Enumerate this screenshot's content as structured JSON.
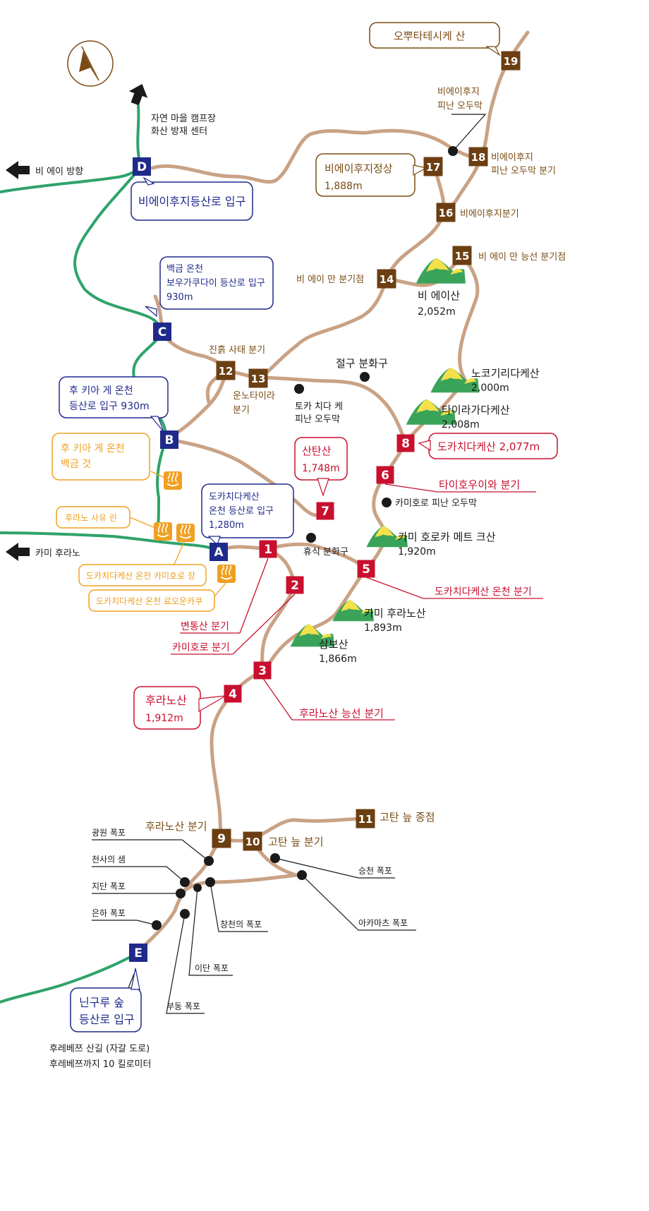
{
  "colors": {
    "trail": "#c9a285",
    "road": "#2fa36b",
    "brown": "#6b3f12",
    "brown_text": "#7a4c14",
    "red": "#c8102e",
    "navy": "#1f2a8a",
    "orange": "#f0a020",
    "mountain_green": "#3aa35a",
    "mountain_yellow": "#f4e14a"
  },
  "icons": {
    "north": "north-arrow-icon",
    "arrow": "left-arrow-icon",
    "onsen": "hot-spring-icon",
    "mountain": "mountain-icon",
    "poi": "point-dot-icon"
  },
  "directions": [
    {
      "id": "up",
      "label_lines": [
        "자연 마을 캠프장",
        "화산 방재 센터"
      ]
    },
    {
      "id": "biei",
      "label": "비 에이 방향"
    },
    {
      "id": "kamifurano",
      "label": "카미 후라노"
    }
  ],
  "entrances": [
    {
      "id": "D",
      "callout_lines": [
        "비에이후지등산로 입구"
      ]
    },
    {
      "id": "C",
      "callout_lines": [
        "백금 온천",
        "보우가쿠다이 등산로 입구",
        "930m"
      ]
    },
    {
      "id": "B",
      "callout_lines": [
        "후 키아 게 온천",
        "등산로 입구 930m"
      ]
    },
    {
      "id": "A",
      "callout_lines": [
        "도카치다케산",
        "온천 등산로 입구",
        "1,280m"
      ]
    },
    {
      "id": "E",
      "callout_lines": [
        "닌구루 숲",
        "등산로 입구"
      ]
    }
  ],
  "road_note_lines": [
    "후레베쯔 산길 (자갈 도로)",
    "후레베쯔까지 10 킬로미터"
  ],
  "onsen": {
    "fukiage_lines": [
      "후 키아 게 온천",
      "백금 것"
    ],
    "furano": "후라노 사유 린",
    "kamihoro": "도카치다케산 온천 카미호로 장",
    "ryounkaku": "도카치다케산 온천 료오운카쿠"
  },
  "red_points": [
    {
      "n": "1",
      "label": "변통산 분기"
    },
    {
      "n": "2",
      "label": "카미호로 분기"
    },
    {
      "n": "3",
      "label": "후라노산 능선 분기"
    },
    {
      "n": "4",
      "callout_lines": [
        "후라노산",
        "1,912m"
      ]
    },
    {
      "n": "5",
      "label": "도카치다케산 온천 분기"
    },
    {
      "n": "6",
      "label": "타이호우이와 분기"
    },
    {
      "n": "7",
      "callout_lines": [
        "산탄산",
        "1,748m"
      ]
    },
    {
      "n": "8",
      "callout": "도카치다케산 2,077m"
    }
  ],
  "brown_points": [
    {
      "n": "9",
      "label": "후라노산 분기"
    },
    {
      "n": "10",
      "label": "고탄 늪 분기"
    },
    {
      "n": "11",
      "label": "고탄 늪 종점"
    },
    {
      "n": "12",
      "label": "진흙 사태 분기"
    },
    {
      "n": "13",
      "label_lines": [
        "운노타이라",
        "분기"
      ]
    },
    {
      "n": "14",
      "label": "비 에이 만 분기점"
    },
    {
      "n": "15",
      "label": "비 에이 만 능선 분기점"
    },
    {
      "n": "16",
      "label": "비에이후지분기"
    },
    {
      "n": "17",
      "callout_lines": [
        "비에이후지정상",
        "1,888m"
      ]
    },
    {
      "n": "18",
      "label_lines": [
        "비에이후지",
        "피난 오두막 분기"
      ]
    },
    {
      "n": "19",
      "callout": "오뿌타테시케 산"
    }
  ],
  "mountains": [
    {
      "name": "비 에이산",
      "elev": "2,052m"
    },
    {
      "name": "노코기리다케산",
      "elev": "2,000m"
    },
    {
      "name": "타이라가다케산",
      "elev": "2,008m"
    },
    {
      "name": "카미 호로카 메트 크산",
      "elev": "1,920m"
    },
    {
      "name": "카미 후라노산",
      "elev": "1,893m"
    },
    {
      "name": "삼보산",
      "elev": "1,866m"
    }
  ],
  "pois": [
    {
      "label_lines": [
        "비에이후지",
        "피난 오두막"
      ]
    },
    {
      "label": "절구 분화구"
    },
    {
      "label_lines": [
        "토카 치다 케",
        "피난 오두막"
      ]
    },
    {
      "label": "카미호로 피난 오두막"
    },
    {
      "label": "휴식 분화구"
    }
  ],
  "waterfalls": [
    "광원 폭포",
    "천사의 샘",
    "지단 폭포",
    "은하 폭포",
    "창천의 폭포",
    "이단 폭포",
    "부동 폭포",
    "승천 폭포",
    "아카마츠 폭포"
  ]
}
